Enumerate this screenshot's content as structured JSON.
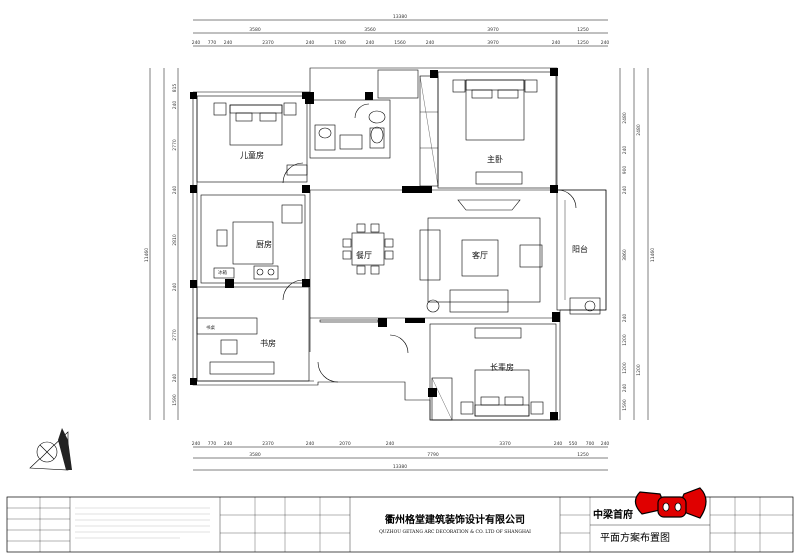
{
  "plan": {
    "top_overall": "13380",
    "top_row1": [
      "3580",
      "3560",
      "3970",
      "1250"
    ],
    "top_row2": [
      "240",
      "770",
      "240",
      "2370",
      "240",
      "1780",
      "240",
      "1560",
      "240",
      "3970",
      "240",
      "1250",
      "240"
    ],
    "bottom_row1": [
      "240",
      "770",
      "240",
      "2370",
      "240",
      "2070",
      "240",
      "3370",
      "240",
      "550",
      "700",
      "240"
    ],
    "bottom_row2": [
      "3580",
      "7790",
      "1250"
    ],
    "bottom_overall": "13380",
    "left_dims": [
      "815",
      "240",
      "2770",
      "240",
      "2810",
      "240",
      "2770",
      "240",
      "1590"
    ],
    "left_overall": "11460",
    "right_dims": [
      "2480",
      "240",
      "900",
      "240",
      "3860",
      "240",
      "1200",
      "1200",
      "240",
      "1590"
    ],
    "right_overall": "11460",
    "rooms": {
      "children_room": "儿童房",
      "master_bedroom": "主卧",
      "kitchen": "厨房",
      "dining": "餐厅",
      "living": "客厅",
      "balcony": "阳台",
      "study": "书房",
      "elder_room": "长辈房",
      "desk_label": "书桌",
      "fridge_label": "冰箱"
    }
  },
  "title_block": {
    "company_cn": "衢州格堂建筑装饰设计有限公司",
    "company_en": "QUZHOU GETANG ARC DECORATION  & CO. LTD OF SHANGHAI",
    "project_name": "中梁首府",
    "drawing_title": "平面方案布置图"
  },
  "colors": {
    "line": "#000000",
    "stamp": "#e00000",
    "background": "#ffffff"
  },
  "icons": [
    "compass-logo-icon",
    "red-bow-stamp-icon"
  ]
}
